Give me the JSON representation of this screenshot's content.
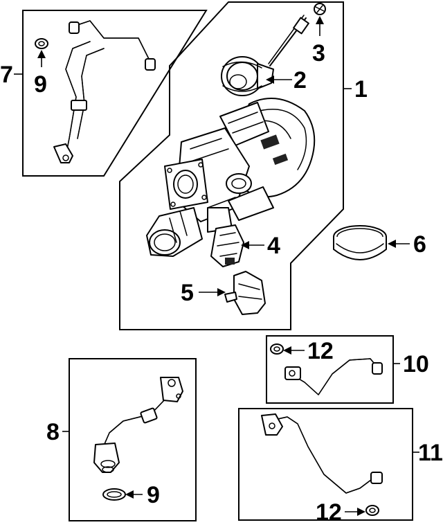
{
  "callouts": {
    "c1": "1",
    "c2": "2",
    "c3": "3",
    "c4": "4",
    "c5": "5",
    "c6": "6",
    "c7": "7",
    "c8": "8",
    "c9a": "9",
    "c9b": "9",
    "c10": "10",
    "c11": "11",
    "c12a": "12",
    "c12b": "12"
  }
}
